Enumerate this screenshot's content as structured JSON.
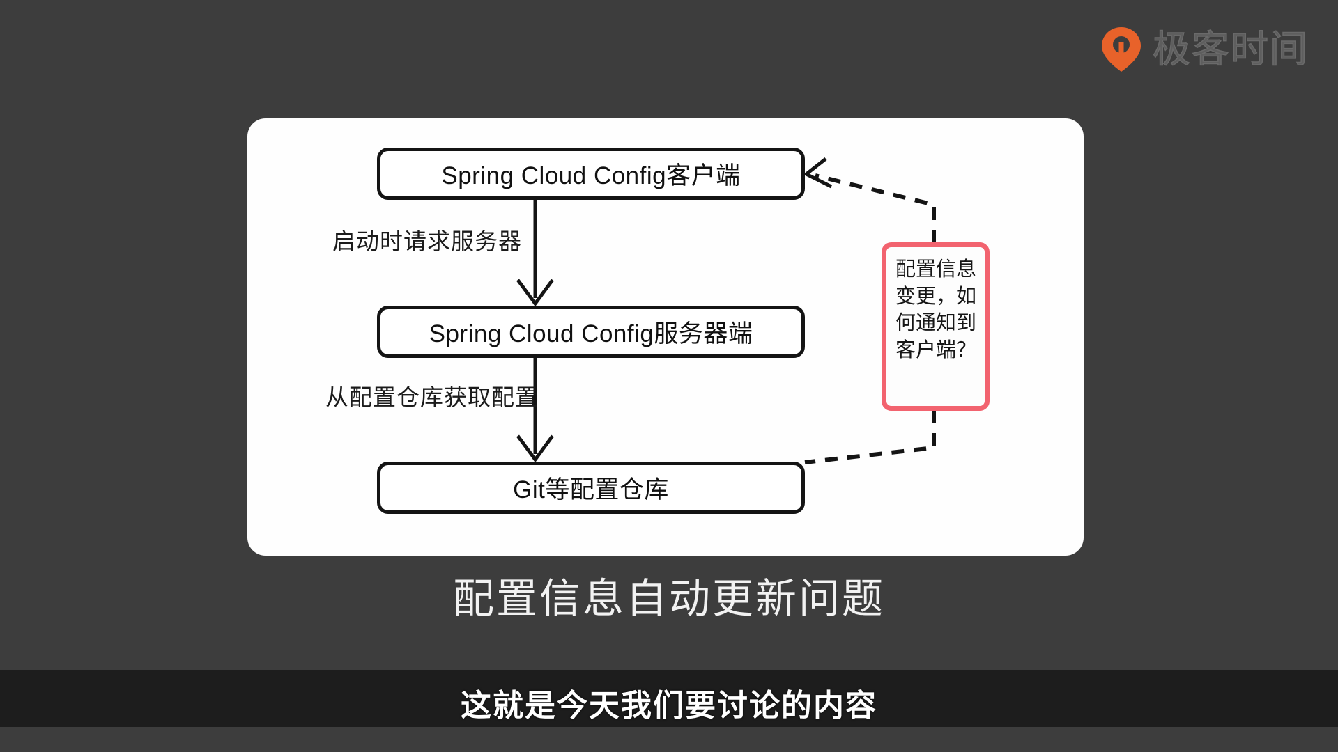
{
  "brand": {
    "logo_text": "极客时间",
    "logo_icon": "location-pin-icon",
    "logo_color": "#E8622A",
    "logo_text_color": "#5E5E5E"
  },
  "background_color": "#3D3D3D",
  "slide": {
    "panel_color": "#FEFEFE",
    "caption": "配置信息自动更新问题",
    "diagram": {
      "type": "flowchart",
      "boxes": [
        {
          "id": "client",
          "label": "Spring Cloud Config客户端"
        },
        {
          "id": "server",
          "label": "Spring Cloud Config服务器端"
        },
        {
          "id": "repo",
          "label": "Git等配置仓库"
        }
      ],
      "arrow_labels": [
        {
          "id": "arrow-1",
          "label": "启动时请求服务器",
          "from": "client",
          "to": "server"
        },
        {
          "id": "arrow-2",
          "label": "从配置仓库获取配置",
          "from": "server",
          "to": "repo"
        }
      ],
      "callout": {
        "text": "配置信息变更，如何通知到客户端？",
        "lines": [
          "配置信息",
          "变更，如",
          "何通知到",
          "客户端？"
        ],
        "border_color": "#F2636F",
        "connects_to": [
          "client",
          "repo"
        ],
        "connector_style": "dashed"
      }
    }
  },
  "subtitle": {
    "text": "这就是今天我们要讨论的内容",
    "band_color": "#1D1D1D",
    "text_color": "#FFFFFF"
  }
}
